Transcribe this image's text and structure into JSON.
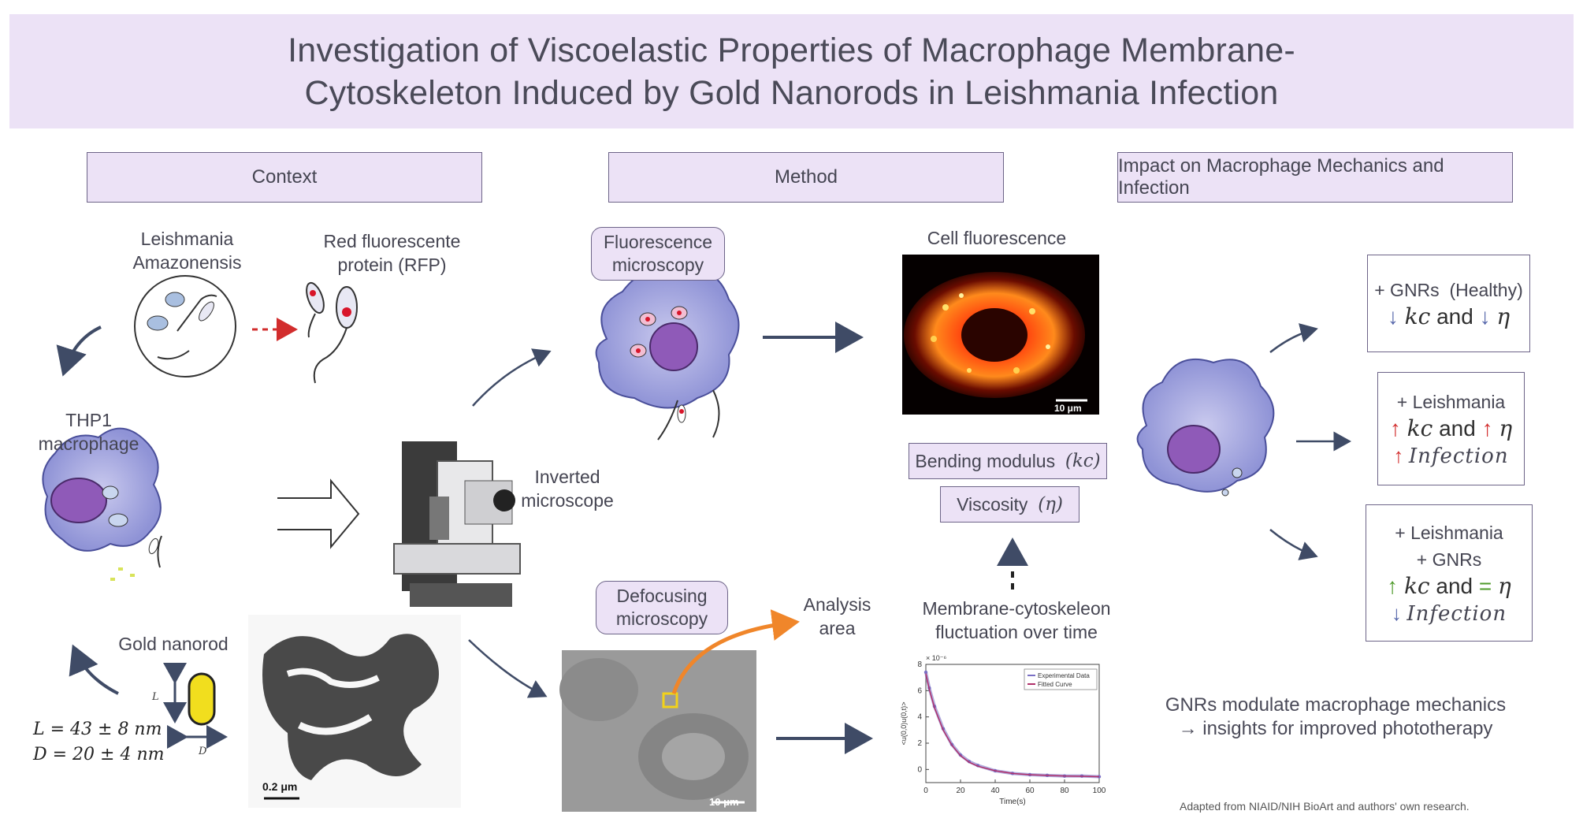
{
  "title": {
    "line1": "Investigation of Viscoelastic Properties of Macrophage Membrane-",
    "line2": "Cytoskeleton Induced by Gold Nanorods in Leishmania Infection"
  },
  "sections": {
    "context": "Context",
    "method": "Method",
    "impact": "Impact on Macrophage Mechanics and Infection"
  },
  "context": {
    "leishmania_line1": "Leishmania",
    "leishmania_line2": "Amazonensis",
    "rfp_line1": "Red fluorescente",
    "rfp_line2": "protein (RFP)",
    "thp1_line1": "THP1",
    "thp1_line2": "macrophage",
    "gold_nanorod": "Gold nanorod",
    "dim_L": "L",
    "dim_D": "D",
    "formula_L": "L = 43 ± 8 nm",
    "formula_D": "D = 20 ± 4 nm",
    "scale_bar": "0.2 μm"
  },
  "method": {
    "fluorescence_line1": "Fluorescence",
    "fluorescence_line2": "microscopy",
    "inverted_line1": "Inverted",
    "inverted_line2": "microscope",
    "defocusing_line1": "Defocusing",
    "defocusing_line2": "microscopy",
    "analysis_line1": "Analysis",
    "analysis_line2": "area",
    "defocus_scale": "10 μm",
    "cell_fluorescence": "Cell fluorescence",
    "fluor_scale": "10 μm",
    "bending": "Bending modulus",
    "bending_symbol": "(kc)",
    "viscosity": "Viscosity",
    "viscosity_symbol": "(η)",
    "fluct_line1": "Membrane-cytoskeleon",
    "fluct_line2": "fluctuation over time"
  },
  "chart_data": {
    "type": "line",
    "title": "",
    "xlabel": "Time(s)",
    "ylabel": "<u(0,0)u(0,t)>",
    "y_exponent": "× 10⁻⁶",
    "xlim": [
      0,
      100
    ],
    "ylim": [
      -1,
      8
    ],
    "xticks": [
      0,
      20,
      40,
      60,
      80,
      100
    ],
    "yticks": [
      8,
      6,
      4,
      2,
      0
    ],
    "legend": [
      "Experimental Data",
      "Fitted Curve"
    ],
    "legend_position": "top-right",
    "series": [
      {
        "name": "Experimental Data",
        "color": "#7a6fc4",
        "x": [
          0,
          2,
          5,
          10,
          15,
          20,
          25,
          30,
          40,
          50,
          60,
          70,
          80,
          90,
          100
        ],
        "y": [
          7.4,
          6.2,
          4.8,
          3.1,
          1.9,
          1.1,
          0.6,
          0.3,
          -0.1,
          -0.3,
          -0.4,
          -0.45,
          -0.5,
          -0.5,
          -0.55
        ]
      },
      {
        "name": "Fitted Curve",
        "color": "#b0306a",
        "x": [
          0,
          2,
          5,
          10,
          15,
          20,
          25,
          30,
          40,
          50,
          60,
          70,
          80,
          90,
          100
        ],
        "y": [
          7.3,
          6.1,
          4.7,
          3.0,
          1.85,
          1.05,
          0.55,
          0.25,
          -0.1,
          -0.3,
          -0.4,
          -0.45,
          -0.5,
          -0.52,
          -0.55
        ]
      }
    ]
  },
  "impact": {
    "healthy_label": "+ GNRs",
    "healthy_tag": "(Healthy)",
    "kc": "kc",
    "and": "and",
    "eta": "η",
    "leish_label": "+ Leishmania",
    "leish_gnr_line1": "+ Leishmania",
    "leish_gnr_line2": "+ GNRs",
    "infection": "Infection",
    "takeaway_line1": "GNRs modulate macrophage mechanics",
    "takeaway_line2": "→ insights for improved phototherapy",
    "credit": "Adapted from NIAID/NIH BioArt and authors' own research."
  },
  "colors": {
    "band": "#ece2f6",
    "border": "#6d6488",
    "arrow": "#3f4b66",
    "down": "#5566aa",
    "up_red": "#d22d2d",
    "up_green": "#4e9a2a",
    "equal_green": "#4e9a2a",
    "orange": "#f0862a"
  }
}
